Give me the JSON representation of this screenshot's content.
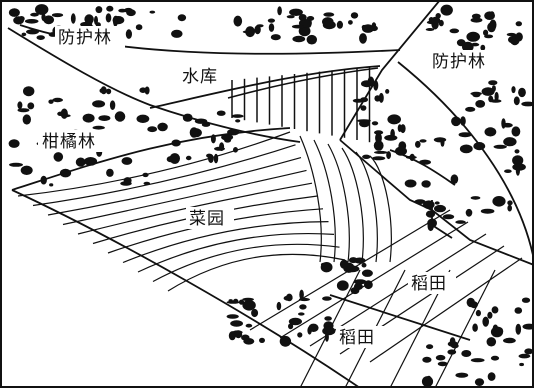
{
  "labels": {
    "forest_left": "防护林",
    "forest_right": "防护林",
    "reservoir": "水库",
    "citrus": "柑橘林",
    "vegetable": "菜园",
    "rice_upper": "稻田",
    "rice_lower": "稻田"
  },
  "colors": {
    "ink": "#111111",
    "paper": "#ffffff"
  }
}
